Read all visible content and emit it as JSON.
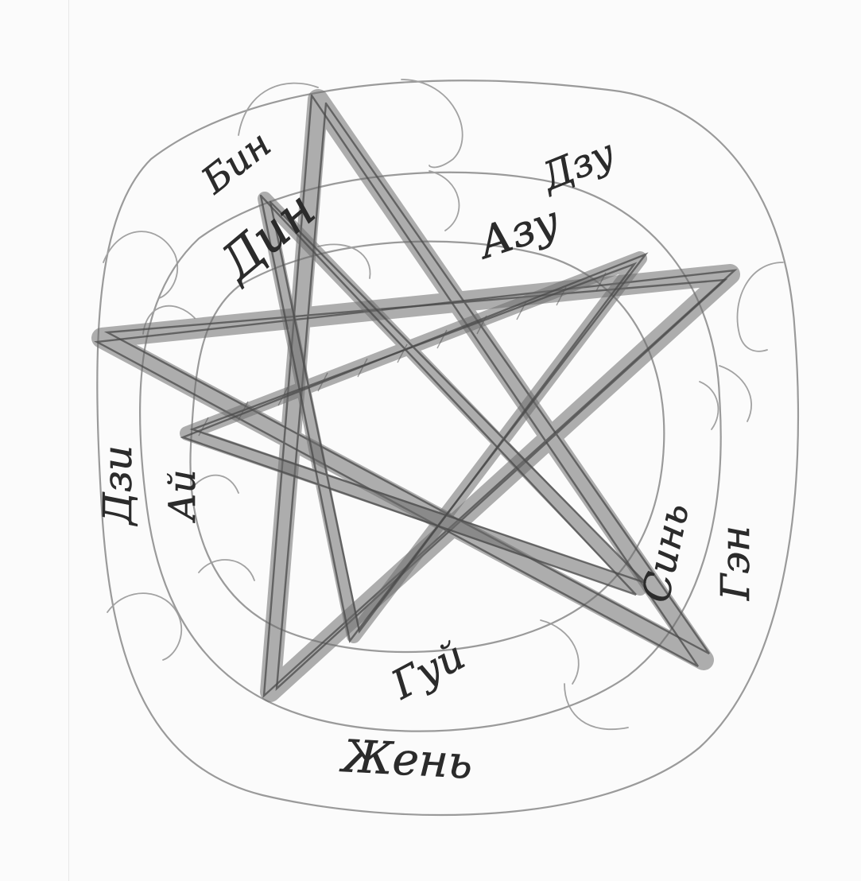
{
  "labels": {
    "bin": "Бин",
    "din": "Дин",
    "azu": "Азу",
    "dzu": "Дзу",
    "ayi": "Ай",
    "dzi": "Дзи",
    "sin": "Синь",
    "gen": "Гэн",
    "gui": "Гуй",
    "zhen": "Жень"
  },
  "colors": {
    "pencil": "#2b2b2b",
    "ring": "#9a9a9a",
    "paper": "#fbfbfb"
  }
}
